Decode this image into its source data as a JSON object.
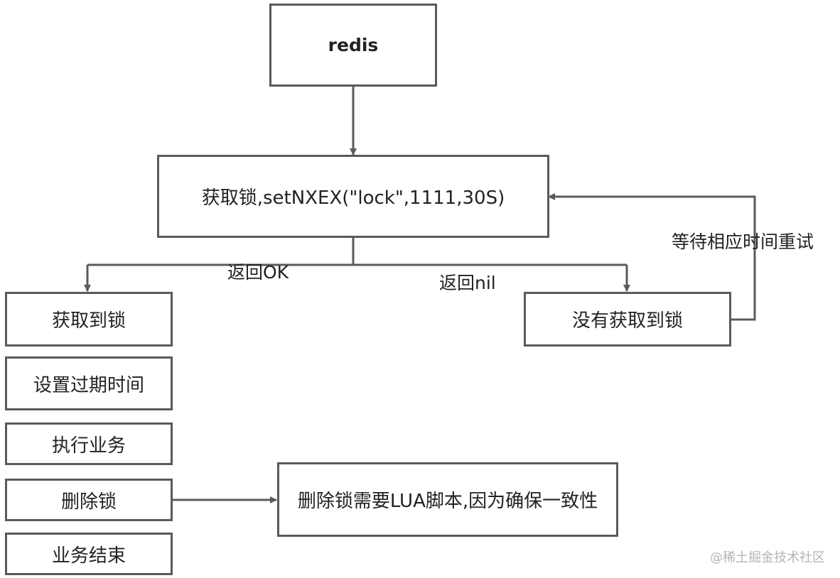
{
  "nodes": {
    "redis": "redis",
    "acquire": "获取锁,setNXEX(\"lock\",1111,30S)",
    "got_lock": "获取到锁",
    "set_expire": "设置过期时间",
    "execute": "执行业务",
    "delete_lock": "删除锁",
    "end": "业务结束",
    "no_lock": "没有获取到锁",
    "lua_note": "删除锁需要LUA脚本,因为确保一致性"
  },
  "edge_labels": {
    "ok": "返回OK",
    "nil": "返回nil",
    "retry": "等待相应时间重试"
  },
  "watermark": "@稀土掘金技术社区",
  "colors": {
    "line": "#5a5a5a",
    "text": "#222222",
    "watermark": "#b4b4b4"
  }
}
